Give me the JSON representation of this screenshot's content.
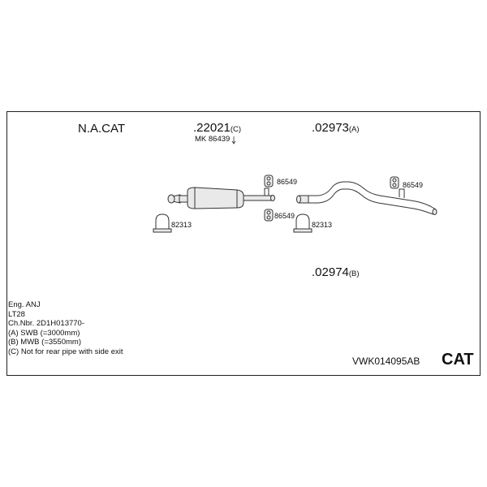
{
  "header": {
    "na_label": "N.A.CAT",
    "part_c_number": ".22021",
    "part_c_variant": "(C)",
    "part_c_kit": "MK 86439",
    "part_a_number": ".02973",
    "part_a_variant": "(A)",
    "part_b_number": ".02974",
    "part_b_variant": "(B)"
  },
  "parts": {
    "clamp_1": "82313",
    "hanger_upper_1": "86549",
    "hanger_lower_1": "86549",
    "clamp_2": "82313",
    "hanger_rear": "86549"
  },
  "notes": [
    "Eng. ANJ",
    "LT28",
    "Ch.Nbr. 2D1H013770-",
    "(A) SWB (=3000mm)",
    "(B) MWB (=3550mm)",
    "(C) Not for rear pipe with side exit"
  ],
  "footer": {
    "code": "VWK014095AB",
    "cat_label": "CAT"
  },
  "icons": {
    "clamp": "u-bolt-clamp-icon",
    "hanger": "rubber-hanger-icon",
    "marker": "kit-marker-icon"
  },
  "colors": {
    "line": "#333333",
    "part_fill": "#e9e9e9"
  }
}
